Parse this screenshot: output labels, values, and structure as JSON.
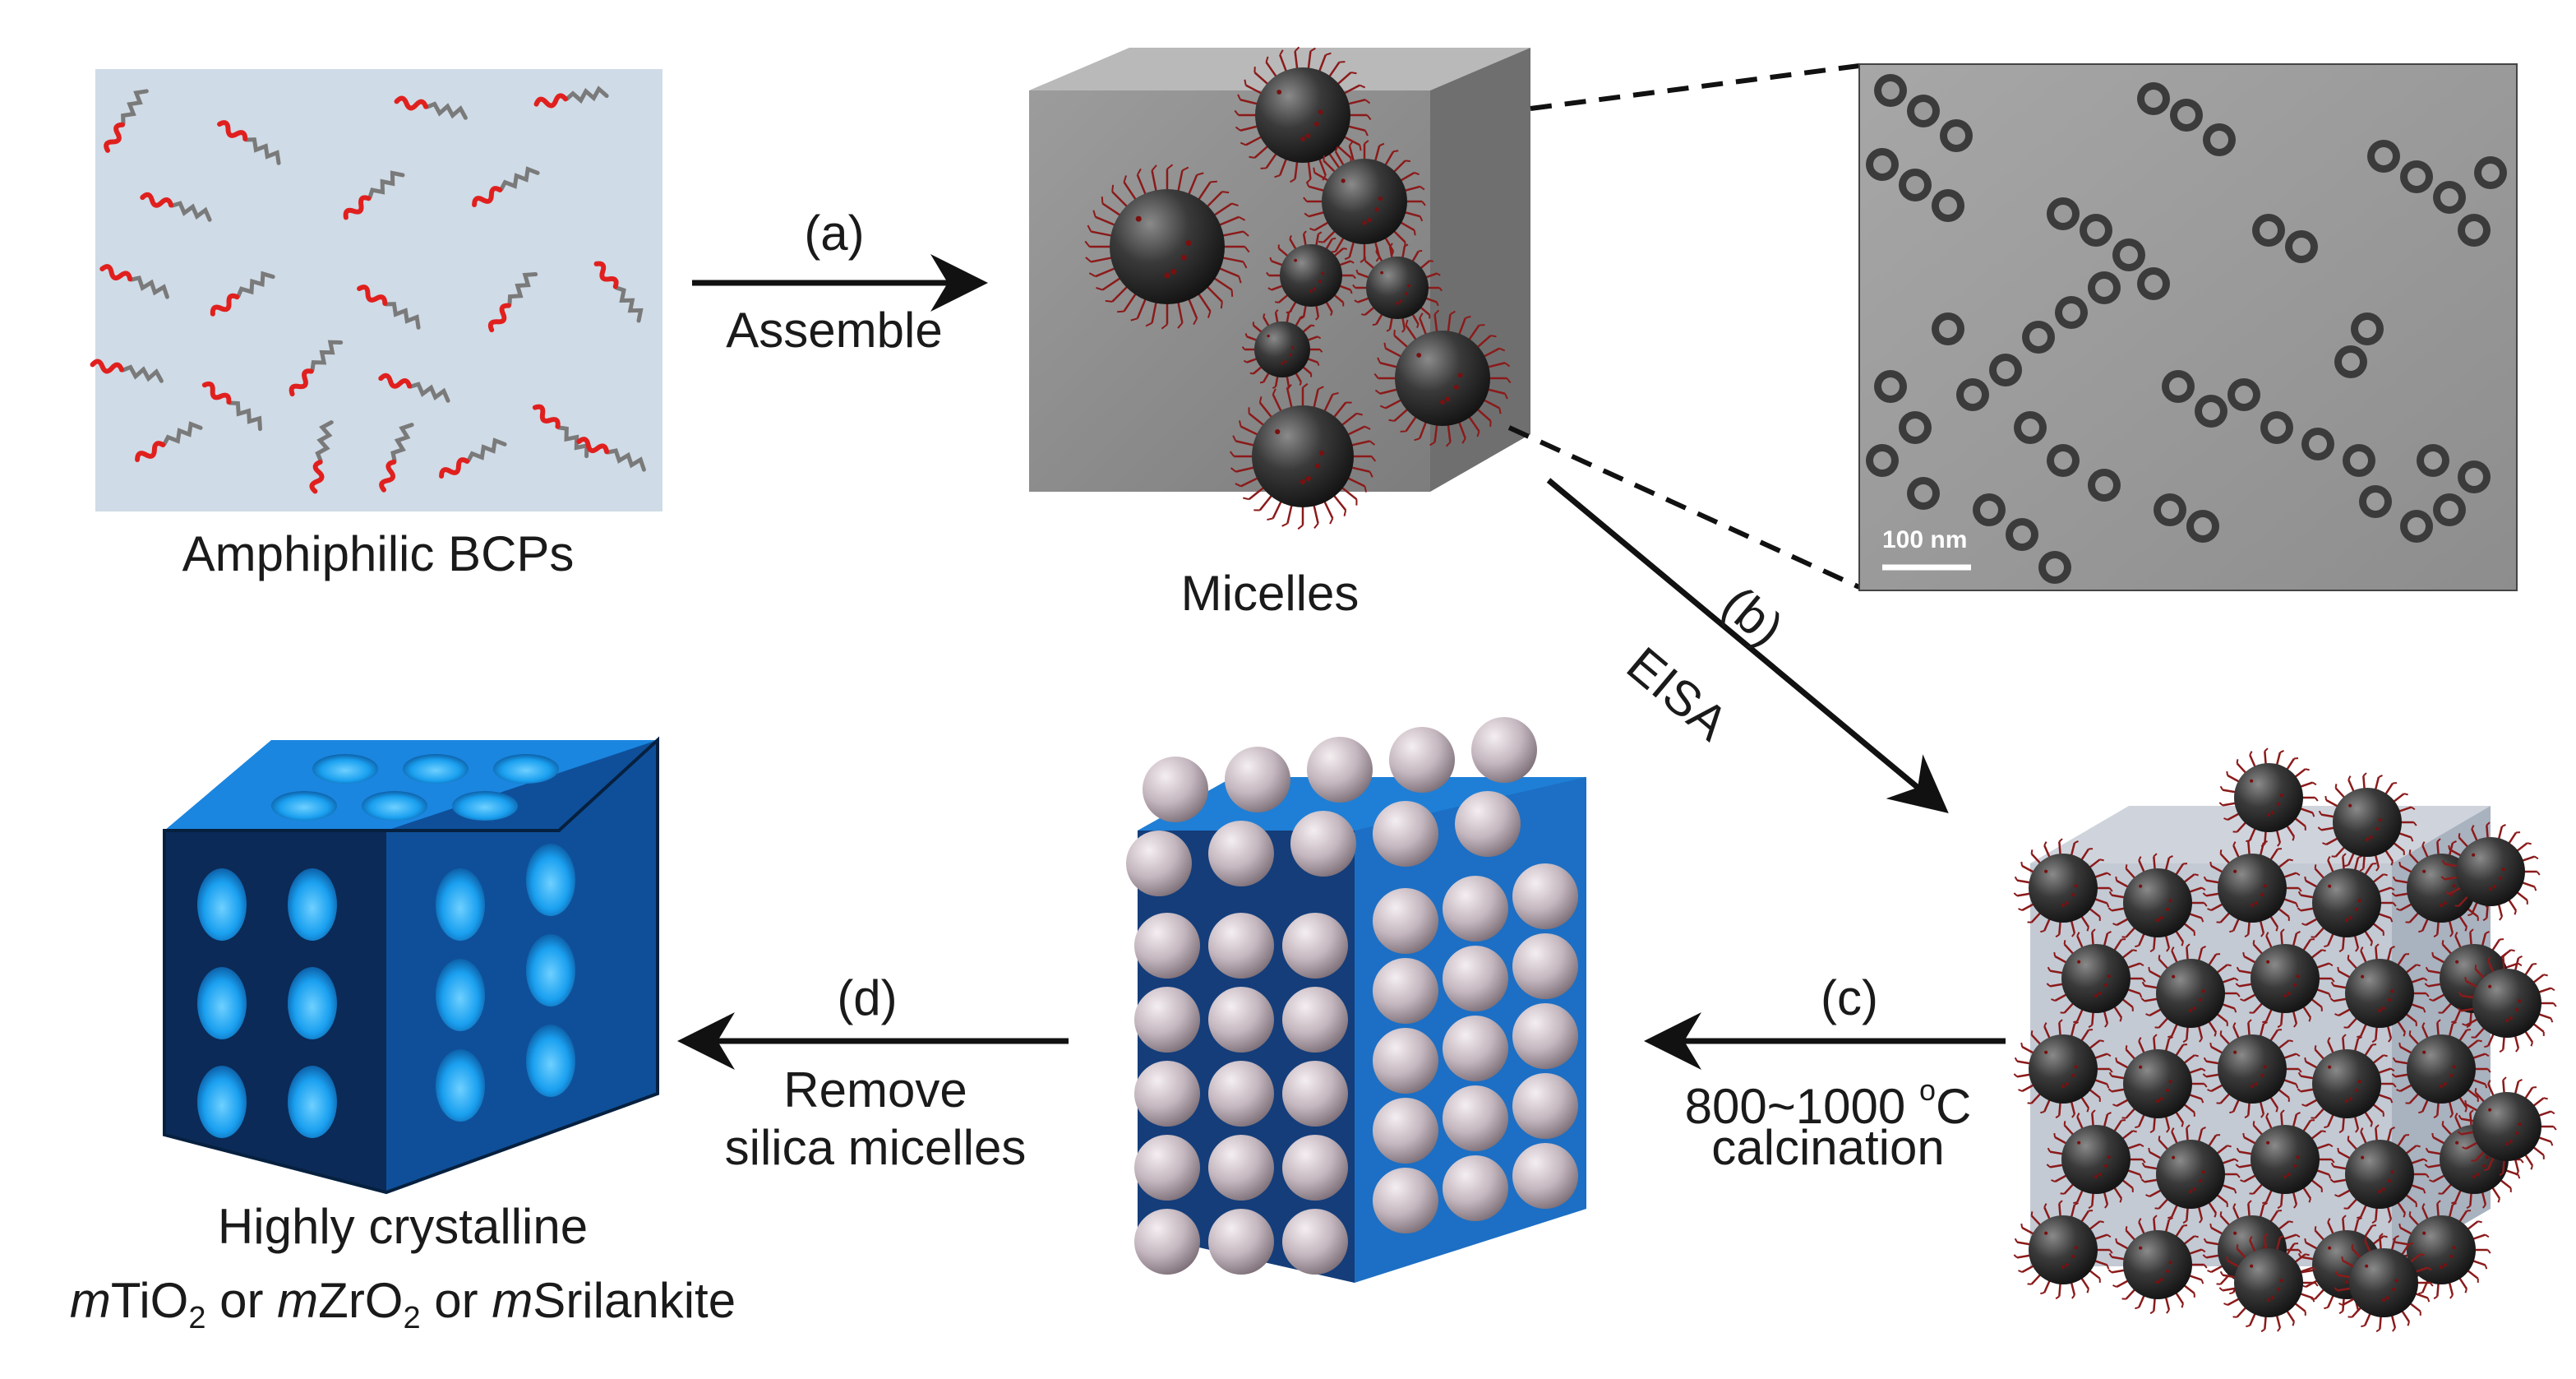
{
  "labels": {
    "bcps": "Amphiphilic BCPs",
    "micelles": "Micelles",
    "step_a": "(a)",
    "step_a_text": "Assemble",
    "step_b": "(b)",
    "step_b_text": "EISA",
    "step_c": "(c)",
    "step_c_text_line1_num": "800~1000 ",
    "step_c_text_line1_sup": "o",
    "step_c_text_line1_unit": "C",
    "step_c_text_line2": "calcination",
    "step_d": "(d)",
    "step_d_text_line1": "Remove",
    "step_d_text_line2": "silica micelles",
    "product_line1": "Highly crystalline",
    "product_m1": "m",
    "product_ti": "TiO",
    "product_sub1": "2",
    "product_or1": " or ",
    "product_m2": "m",
    "product_zr": "ZrO",
    "product_sub2": "2",
    "product_or2": " or ",
    "product_m3": "m",
    "product_sril": "Srilankite",
    "scale_bar": "100 nm"
  },
  "colors": {
    "panel_bg": "#cfdbe6",
    "hydrophilic_chain": "#e0201e",
    "hydrophobic_chain": "#7a7a7a",
    "cube_gray": "#8f8f8f",
    "micelle_core": "#2e2e2e",
    "micelle_corona": "#8b1a1a",
    "blue_framework": "#1f7fd6",
    "silica_sphere": "#c9bcc4",
    "tem_bg": "#9a9a9a"
  }
}
